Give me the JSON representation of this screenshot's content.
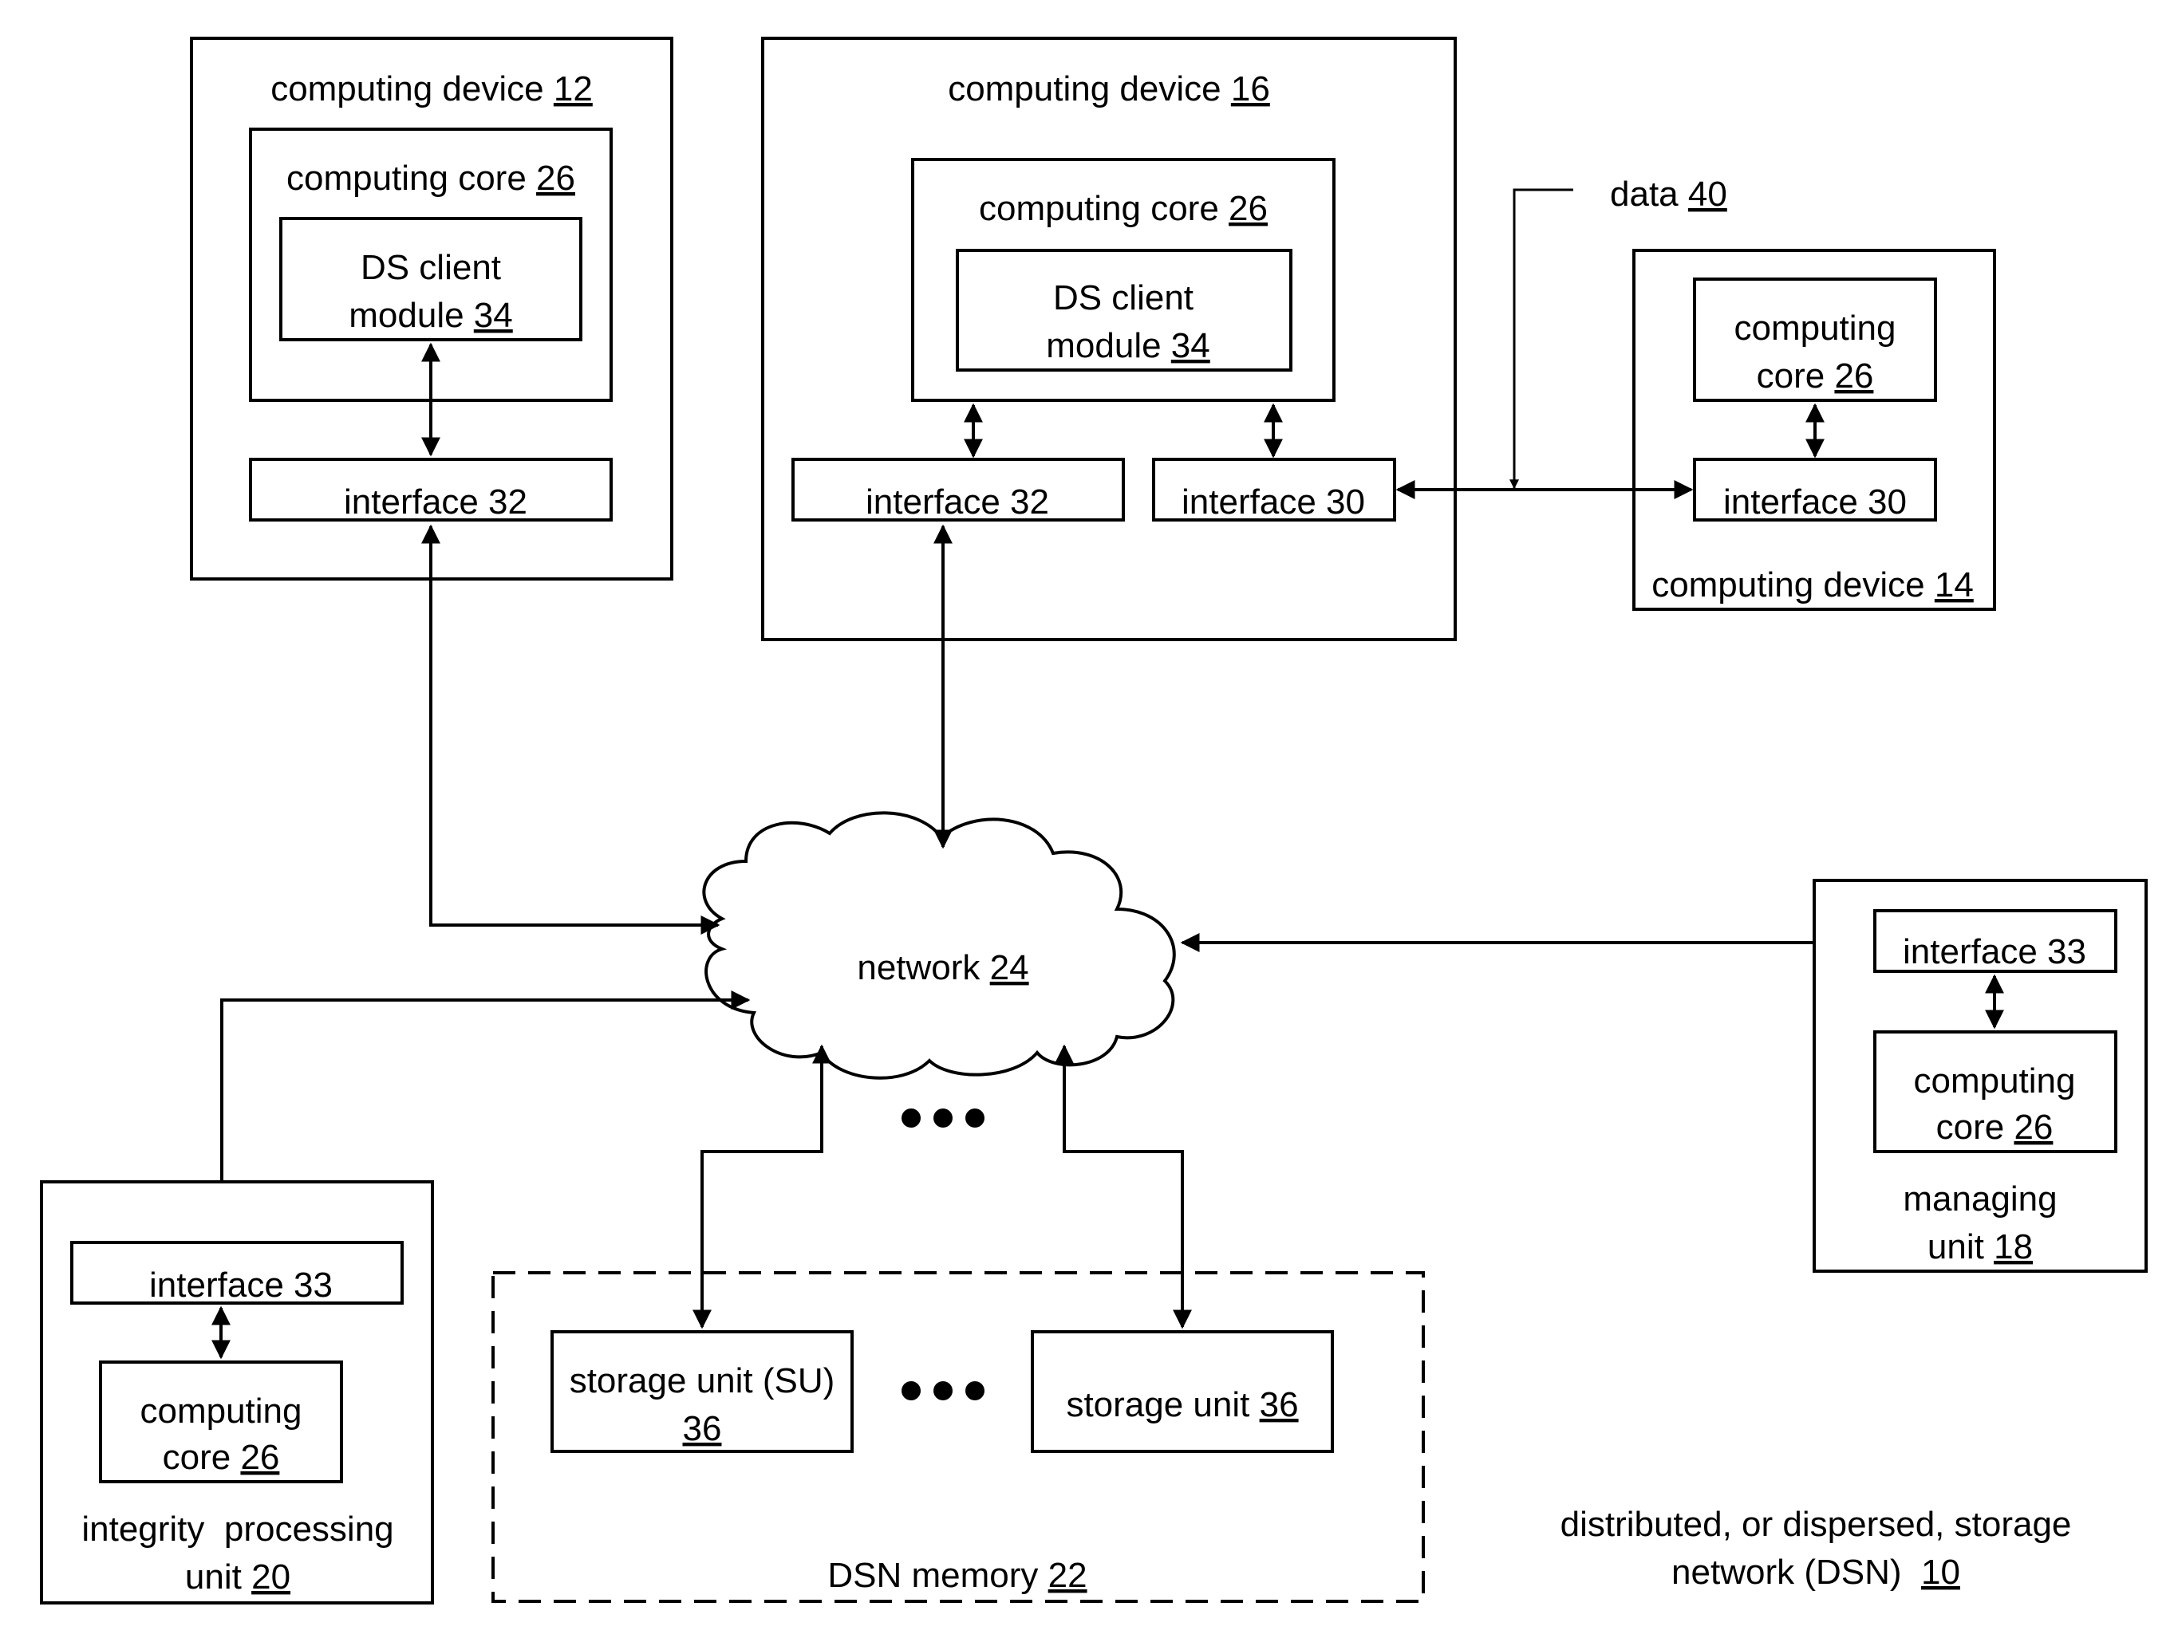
{
  "dsn": {
    "line1": "distributed, or dispersed, storage",
    "line2": "network (DSN)",
    "ref": "10"
  },
  "dev12": {
    "title": "computing device",
    "ref": "12",
    "core": {
      "title": "computing core",
      "ref": "26"
    },
    "module": {
      "line1": "DS client",
      "line2": "module",
      "ref": "34"
    },
    "interface": "interface 32"
  },
  "dev16": {
    "title": "computing device",
    "ref": "16",
    "core": {
      "title": "computing core",
      "ref": "26"
    },
    "module": {
      "line1": "DS client",
      "line2": "module",
      "ref": "34"
    },
    "interface_a": "interface 32",
    "interface_b": "interface 30"
  },
  "dev14": {
    "title": "computing device",
    "ref": "14",
    "core": {
      "line1": "computing",
      "line2": "core",
      "ref": "26"
    },
    "interface": "interface 30"
  },
  "data40": {
    "label": "data",
    "ref": "40"
  },
  "network": {
    "label": "network",
    "ref": "24"
  },
  "managing": {
    "line1": "managing",
    "line2": "unit",
    "ref": "18",
    "interface": "interface 33",
    "core": {
      "line1": "computing",
      "line2": "core",
      "ref": "26"
    }
  },
  "integrity": {
    "line1": "integrity  processing",
    "line2": "unit",
    "ref": "20",
    "interface": "interface 33",
    "core": {
      "line1": "computing",
      "line2": "core",
      "ref": "26"
    }
  },
  "dsn_memory": {
    "label": "DSN memory",
    "ref": "22",
    "su1": {
      "line1": "storage unit (SU)",
      "ref": "36"
    },
    "su2": {
      "label": "storage unit",
      "ref": "36"
    }
  }
}
